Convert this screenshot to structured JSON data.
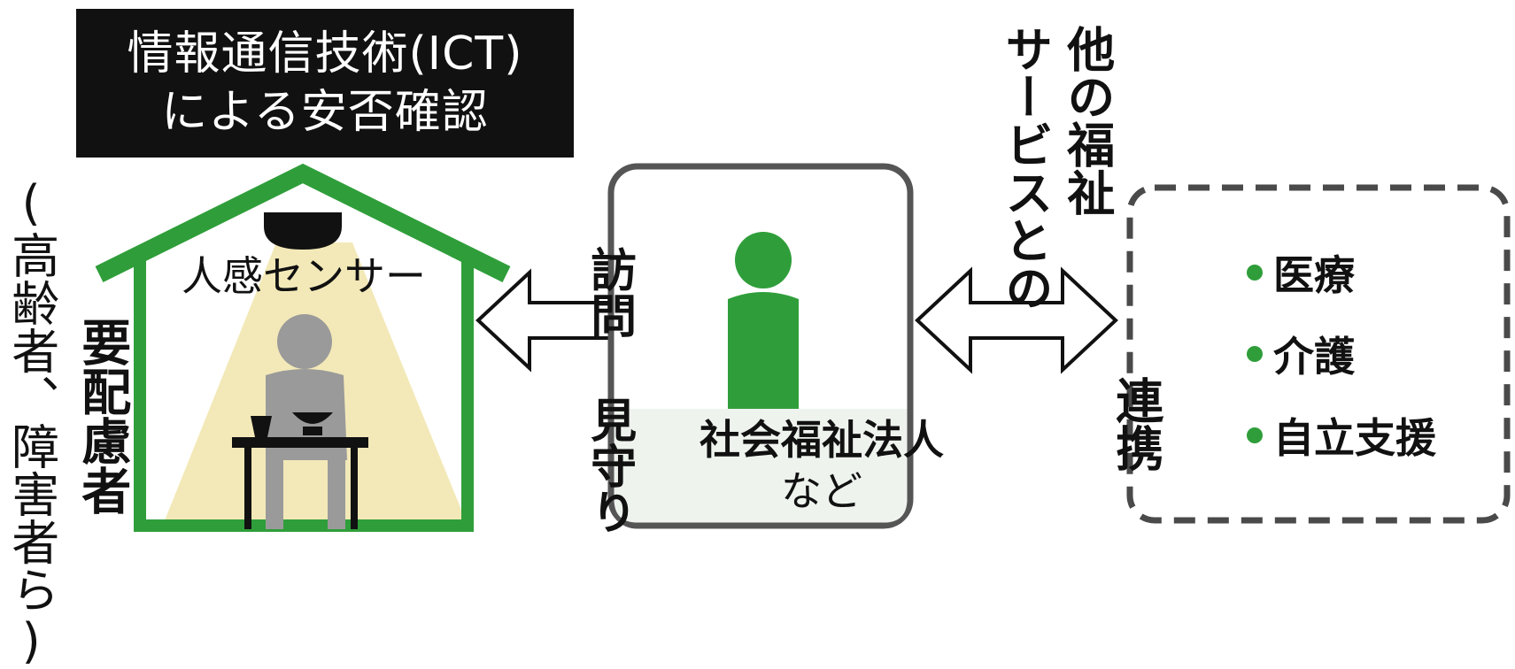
{
  "title": {
    "line1": "情報通信技術(ICT)",
    "line2": "による安否確認"
  },
  "subject_paren": "(高齢者、障害者ら)",
  "subject_main": "要配慮者",
  "sensor_label": "人感センサー",
  "arrow_left_top": "訪問",
  "arrow_left_bottom": "見守り",
  "org": {
    "name": "社会福祉法人",
    "suffix": "など"
  },
  "cooperation_top_right": "他の福祉",
  "cooperation_top_left": "サービスとの",
  "cooperation_bottom": "連携",
  "services": [
    "医療",
    "介護",
    "自立支援"
  ],
  "colors": {
    "green": "#2f9e3a",
    "black": "#111111",
    "light_yellow": "#f3e9b8",
    "gray_person": "#9a9a9a",
    "org_panel_bottom": "#eef3ee"
  }
}
